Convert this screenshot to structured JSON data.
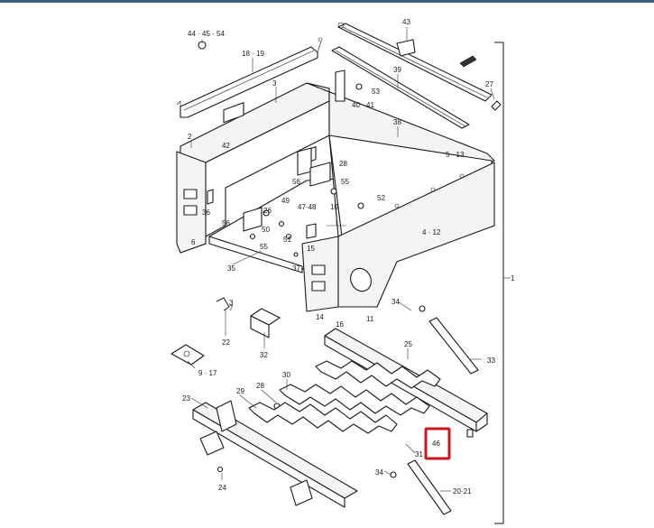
{
  "diagram": {
    "highlight_color": "#d0141c",
    "header_color": "#3a5f86",
    "labels": {
      "l44_45_54": "44 · 45 · 54",
      "l18_19": "18 · 19",
      "l43": "43",
      "l39": "39",
      "l53": "53",
      "l40_41": "40 · 41",
      "l27": "27",
      "l3": "3",
      "l38": "38",
      "l2": "2",
      "l42": "42",
      "l5_13": "5 · 13",
      "l28a": "28",
      "l56a": "56",
      "l55a": "55",
      "l52": "52",
      "l49": "49",
      "l47_48": "47·48",
      "l10": "10",
      "l36": "36",
      "l26": "26",
      "l56b": "56",
      "l50": "50",
      "l51": "51",
      "l15": "15",
      "l55b": "55",
      "l4_12": "4 · 12",
      "l6": "6",
      "l37": "37",
      "l35": "35",
      "l1": "1",
      "l34a": "34",
      "l14": "14",
      "l16": "16",
      "l11": "11",
      "l25": "25",
      "l33": "33",
      "l22": "22",
      "l32": "32",
      "l9_17": "9 · 17",
      "l30": "30",
      "l23": "23",
      "l29": "29",
      "l28b": "28",
      "l46": "46",
      "l31": "31",
      "l34b": "34",
      "l20_21": "20·21",
      "l24": "24",
      "l7": "7",
      "l3b": "3"
    }
  }
}
